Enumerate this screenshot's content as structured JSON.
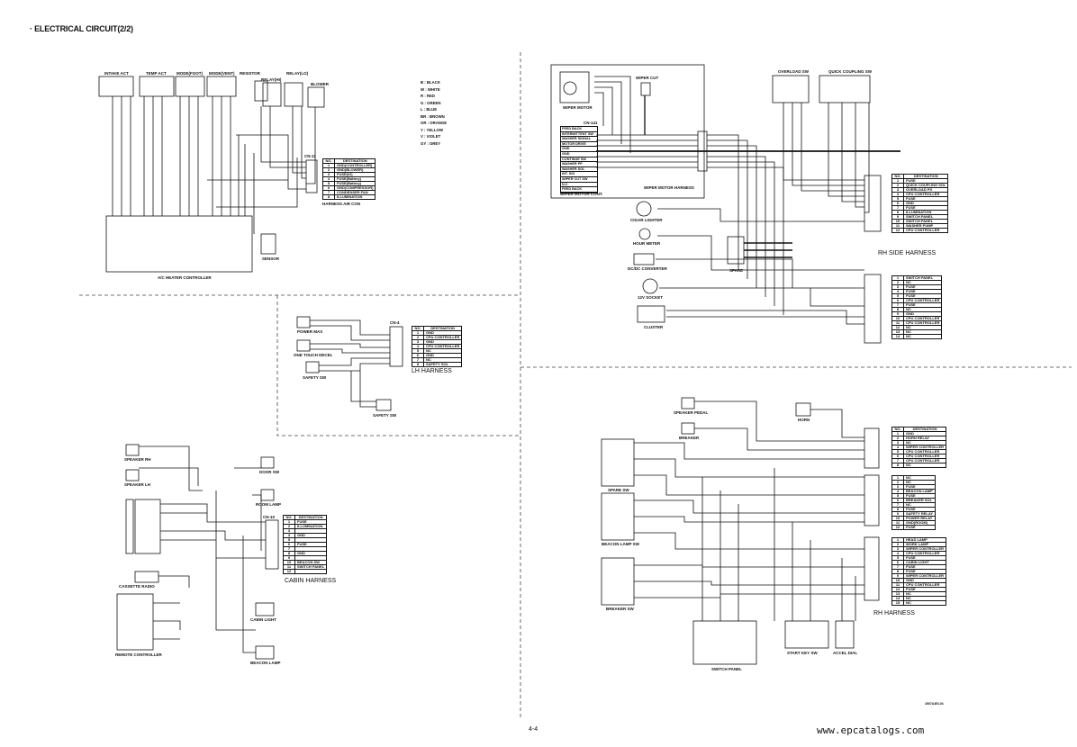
{
  "title": "· ELECTRICAL CIRCUIT(2/2)",
  "page_number": "4-4",
  "drawing_code": "4507A4EL04",
  "watermark": "www.epcatalogs.com",
  "legend": [
    "B : BLACK",
    "W : WHITE",
    "R : RED",
    "G : GREEN",
    "L : BLUE",
    "BR : BROWN",
    "OR : ORANGE",
    "Y : YELLOW",
    "V : VIOLET",
    "GY : GREY"
  ],
  "table_header": {
    "no": "NO.",
    "dest": "DESTINATION"
  },
  "harnesses": {
    "aircon": {
      "label": "HARNESS AIR CON",
      "connector": "CN-11",
      "rows": [
        "GND(CONTROLLER)",
        "GND(BLOWER)",
        "FUSE(IG)",
        "FUSE(Battery)",
        "FUSE(Battery)",
        "GND(COMPRESSOR)",
        "CONDENSER FAN",
        "ILLUMINATION"
      ]
    },
    "rh_side": {
      "label": "RH SIDE HARNESS",
      "rows": [
        "FUSE",
        "QUICK COUPLING SOL",
        "OVERLOAD PS",
        "CPU CONTROLLER",
        "FUSE",
        "GND",
        "FUSE",
        "ILLUMINATION",
        "SWITCH PANEL",
        "SWITCH PANEL",
        "WASHER PUMP",
        "CPU CONTROLLER"
      ]
    },
    "rh_side2": {
      "rows": [
        "SWITCH PANEL",
        "NC",
        "FUSE",
        "FUSE",
        "FUSE",
        "CPU CONTROLLER",
        "FUSE",
        "NC",
        "GND",
        "CPU CONTROLLER",
        "CPU CONTROLLER",
        "NC",
        "NC",
        "NC"
      ]
    },
    "lh": {
      "label": "LH HARNESS",
      "connector": "CN-4",
      "rows": [
        "GND",
        "CPU CONTROLLER",
        "GND",
        "CPU CONTROLLER",
        "NC",
        "GND",
        "NC",
        "SAFETY SOL"
      ]
    },
    "cabin": {
      "label": "CABIN HARNESS",
      "connector": "CN-10",
      "rows": [
        "FUSE",
        "ILLUMINATION",
        "",
        "GND",
        "",
        "FUSE",
        "",
        "GND",
        "",
        "BEACON SW",
        "SWITCH PANEL",
        ""
      ]
    },
    "rh1": {
      "label": "RH HARNESS",
      "rows": [
        "GND",
        "HORN RELAY",
        "NC",
        "WIPER CONTROLLER",
        "CPU CONTROLLER",
        "CPU CONTROLLER",
        "CPU CONTROLLER",
        "NC"
      ]
    },
    "rh2": {
      "rows": [
        "NC",
        "NC",
        "FUSE",
        "BEACON LAMP",
        "FUSE",
        "BREAKER SOL",
        "NC",
        "FUSE",
        "SAFETY RELAY",
        "POWER RELAY",
        "GND(ROOM)",
        "FUSE"
      ]
    },
    "rh3": {
      "rows": [
        "HEAD LAMP",
        "WORK LAMP",
        "WIPER CONTROLLER",
        "CPU CONTROLLER",
        "FUSE",
        "CABIN LIGHT",
        "FUSE",
        "FUSE",
        "WIPER CONTROLLER",
        "GND",
        "CPU CONTROLLER",
        "FUSE",
        "NC",
        "NC",
        "NC"
      ]
    }
  },
  "wiper_controller": {
    "label": "WIPER MOTOR CONT.",
    "connector": "CN-141",
    "pins": [
      "FEED BACK",
      "INTERMITTENT SW",
      "WASHER SIGNAL",
      "MOTOR DRIVE",
      "GND",
      "GND",
      "CONTINUE SW",
      "WASHER PP",
      "WASHER SOL",
      "INT. SIG",
      "WIPER CUT SW",
      "N.C",
      "FEED BACK"
    ]
  },
  "components": {
    "intake_act": "INTAKE ACT",
    "temp_act": "TEMP ACT",
    "mode_foot": "MODE(FOOT)",
    "mode_vent": "MODE(VENT)",
    "resistor": "RESISTOR",
    "relay_hi": "RELAY(HI)",
    "relay_lo": "RELAY(LO)",
    "blower": "BLOWER",
    "ac_controller": "A/C HEATER CONTROLLER",
    "sensor": "SENSOR",
    "wiper_motor": "WIPER MOTOR",
    "wiper_cut": "WIPER CUT",
    "wiper_harness": "WIPER MOTOR HARNESS",
    "overload_sw": "OVERLOAD SW",
    "quick_coupling_sw": "QUICK COUPLING SW",
    "cigar_lighter": "CIGAR LIGHTER",
    "hour_meter": "HOUR METER",
    "dcdc": "DC/DC CONVERTER",
    "socket": "12V SOCKET",
    "cluster": "CLUSTER",
    "spare": "SPARE",
    "power_max": "POWER MAX",
    "one_touch": "ONE TOUCH DECEL",
    "safety_sw": "SAFETY SW",
    "safety_sw2": "SAFETY SW",
    "speaker_rh": "SPEAKER RH",
    "speaker_lh": "SPEAKER LH",
    "door_sw": "DOOR SW",
    "room_lamp": "ROOM LAMP",
    "cassette": "CASSETTE RADIO",
    "remote": "REMOTE CONTROLLER",
    "cabin_light": "CABIN LIGHT",
    "beacon_lamp": "BEACON LAMP",
    "speaker_pedal": "SPEAKER PEDAL",
    "breaker": "BREAKER",
    "horn": "HORN",
    "spare_sw": "SPARE SW",
    "beacon_sw": "BEACON LAMP SW",
    "breaker_sw": "BREAKER SW",
    "switch_panel": "SWITCH PANEL",
    "start_key": "START KEY SW",
    "accel_dial": "ACCEL DIAL"
  }
}
